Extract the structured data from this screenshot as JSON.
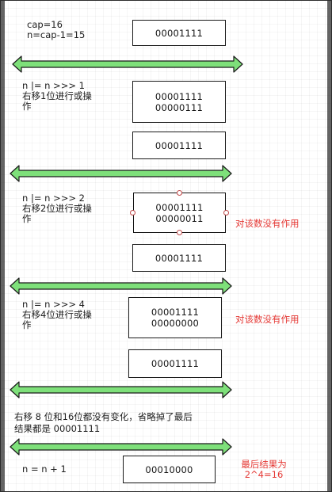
{
  "colors": {
    "arrow_stroke": "#1a1a1a",
    "arrow_fill": "#7ee07a",
    "note_red": "#e53935",
    "box_border": "#1a1a1a"
  },
  "steps": [
    {
      "note": "cap=16\nn=cap-1=15",
      "box_lines": [
        "00001111"
      ]
    },
    {
      "note": "n |= n >>> 1\n右移1位进行或操\n作",
      "box_lines": [
        "00001111",
        "00000111"
      ],
      "result": "00001111"
    },
    {
      "note": "n |= n >>> 2\n右移2位进行或操\n作",
      "box_lines": [
        "00001111",
        "00000011"
      ],
      "side_note": "对该数没有作用",
      "result": "00001111"
    },
    {
      "note": "n |= n >>> 4\n右移4位进行或操\n作",
      "box_lines": [
        "00001111",
        "00000000"
      ],
      "side_note": "对该数没有作用",
      "result": "00001111"
    },
    {
      "note": "右移 8 位和16位都没有变化，省略掉了最后\n结果都是 00001111"
    },
    {
      "note": "n = n + 1",
      "box_lines": [
        "00010000"
      ],
      "side_note": "最后结果为\n2^4=16"
    }
  ]
}
